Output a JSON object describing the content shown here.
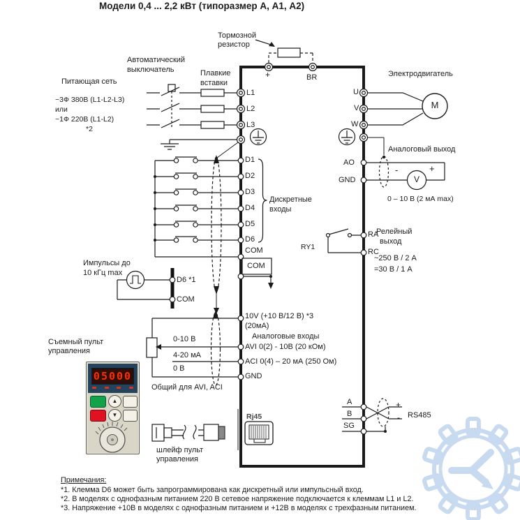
{
  "title": "Модели 0,4 ... 2,2 кВт (типоразмер А, А1, А2)",
  "supply": {
    "label": "Питающая сеть",
    "line1": "~3Ф 380В (L1-L2-L3)",
    "line2": "или",
    "line3": "~1Ф 220В (L1-L2)",
    "note_ref": "*2"
  },
  "breaker": {
    "line1": "Автоматический",
    "line2": "выключатель"
  },
  "fuses": {
    "line1": "Плавкие",
    "line2": "вставки"
  },
  "brake": {
    "line1": "Тормозной",
    "line2": "резистор",
    "plus": "+",
    "br": "BR"
  },
  "power_terminals": {
    "l1": "L1",
    "l2": "L2",
    "l3": "L3"
  },
  "motor": {
    "label": "Электродвигатель",
    "m": "M",
    "u": "U",
    "v": "V",
    "w": "W"
  },
  "analog_output": {
    "label": "Аналоговый выход",
    "ao": "AO",
    "gnd": "GND",
    "minus": "-",
    "plus": "+",
    "meter": "V",
    "range": "0 – 10 В (2 мА max)"
  },
  "relay": {
    "line1": "Релейный",
    "line2": "выход",
    "ac": "~250 В / 2 А",
    "dc": "=30 В / 1 А",
    "ry1": "RY1",
    "ra": "RA",
    "rc": "RC"
  },
  "discrete": {
    "label1": "Дискретные",
    "label2": "входы",
    "inputs": [
      "D1",
      "D2",
      "D3",
      "D4",
      "D5",
      "D6"
    ],
    "com": "COM",
    "com2": "COM"
  },
  "impulse": {
    "line1": "Импульсы до",
    "line2": "10 кГц max",
    "d6": "D6  *1",
    "com": "COM"
  },
  "keypad": {
    "line1": "Съемный пульт",
    "line2": "управления",
    "display": "05000",
    "up": "▲",
    "down": "▼"
  },
  "analog_input": {
    "v10": "10V (+10 В/12 В)  *3",
    "ma20": "(20мА)",
    "title": "Аналоговые входы",
    "avi": "AVI  0(2) - 10В (20 кОм)",
    "aci": "ACI  0(4) – 20 мА (250 Ом)",
    "gnd": "GND",
    "r010": "0-10 В",
    "r420": "4-20 мА",
    "r0": "0 В",
    "common": "Общий для AVI, ACI"
  },
  "comms": {
    "rj45": "Rj45",
    "cable1": "шлейф пульт",
    "cable2": "управления",
    "a": "A",
    "b": "B",
    "sg": "SG",
    "rs485": "RS485",
    "plus": "+",
    "minus": "-"
  },
  "notes": {
    "title": "Примечания:",
    "items": [
      "*1. Клемма D6 может быть запрограммирована как дискретный или импульсный вход.",
      "*2. В моделях с однофазным питанием 220 В сетевое напряжение подключается к клеммам L1 и L2.",
      "*3. Напряжение +10В в моделях с однофазным питанием и +12В в моделях с трехфазным питанием."
    ]
  },
  "colors": {
    "wire": "#1a1a1a",
    "navy": "#24435c",
    "display_red": "#ff2d00",
    "green_btn": "#12a34a",
    "red_btn": "#e01222",
    "watermark": "#c2d6ee"
  }
}
